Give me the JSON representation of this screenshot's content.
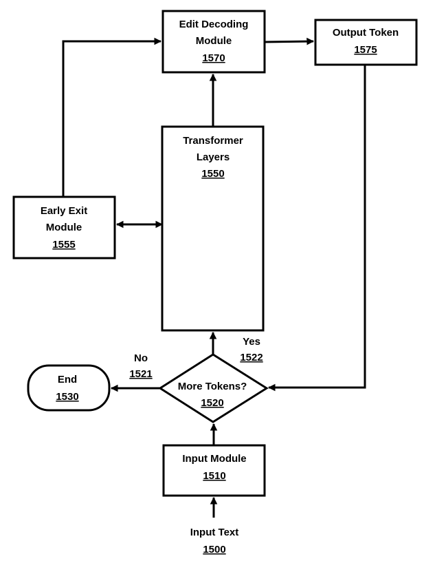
{
  "nodes": {
    "edit_decoding": {
      "line1": "Edit Decoding",
      "line2": "Module",
      "ref": "1570"
    },
    "output_token": {
      "line1": "Output Token",
      "ref": "1575"
    },
    "transformer": {
      "line1": "Transformer",
      "line2": "Layers",
      "ref": "1550"
    },
    "early_exit": {
      "line1": "Early Exit",
      "line2": "Module",
      "ref": "1555"
    },
    "end": {
      "line1": "End",
      "ref": "1530"
    },
    "decision": {
      "line1": "More Tokens?",
      "ref": "1520"
    },
    "input_module": {
      "line1": "Input Module",
      "ref": "1510"
    },
    "input_text": {
      "line1": "Input Text",
      "ref": "1500"
    }
  },
  "branches": {
    "no": {
      "label": "No",
      "ref": "1521"
    },
    "yes": {
      "label": "Yes",
      "ref": "1522"
    }
  }
}
